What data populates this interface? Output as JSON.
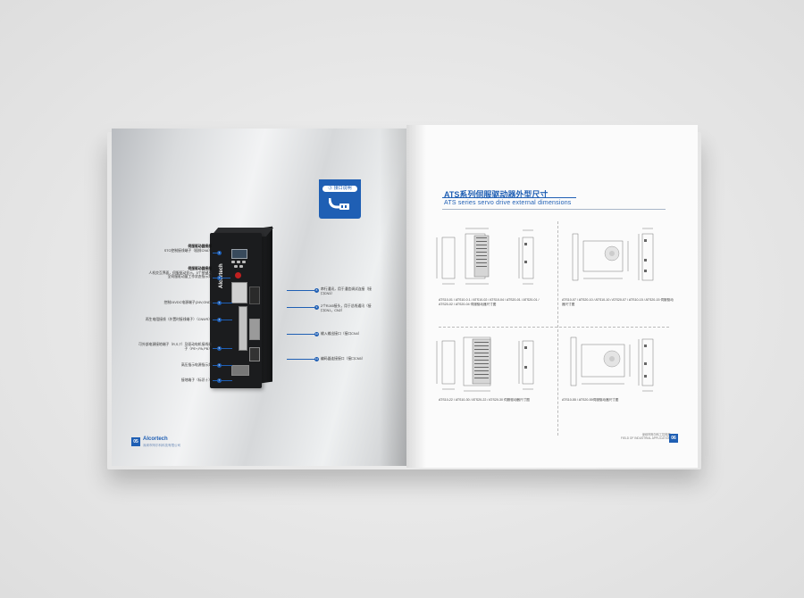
{
  "left_page": {
    "tab_label": "③ 接口说明",
    "device_brand": "Alcortech",
    "annotations_left": [
      {
        "title": "伺服驱动器接部",
        "text": "STO控制接线端子（插排CN6）"
      },
      {
        "title": "伺服驱动器接部",
        "text": "人机交互界面，伺服驱动显示，5个按键及全伺服驱动量工作状态指示灯"
      },
      {
        "title": "",
        "text": "控制24VDC电源端子(24V,GND)"
      },
      {
        "title": "",
        "text": "再生电阻接线（外置时接线端子）（CN9/R）"
      },
      {
        "title": "",
        "text": "可外部电源接地端子（R,S,T）及驱动电机接线端子（PE+,PA,PB）"
      },
      {
        "title": "",
        "text": "高压指示电源指示灯"
      },
      {
        "title": "",
        "text": "接地端子（标识⏚）"
      }
    ],
    "annotations_right": [
      {
        "text": "串行通讯，用于通信调试连接（接口CN3）"
      },
      {
        "text": "2个RJ45接头，用于总线通讯（接口CN1，CN2）"
      },
      {
        "text": "输入输出接口（接口CN4）"
      },
      {
        "text": "编码器连接接口（接口CN5）"
      }
    ],
    "footer_page": "05",
    "footer_brand": "Alcortech",
    "footer_sub": "深圳市阿尔科科技有限公司"
  },
  "right_page": {
    "title": "ATS系列伺服驱动器外型尺寸",
    "subtitle": "ATS series servo drive external dimensions",
    "panels": [
      {
        "caption": "ATS10-01 / ATS10-0.1 / ATS10-02 / ATS10-04 / ATS20-01 / ATS20-01 / ATS20-02 / ATS20-04 伺服驱动器尺寸图"
      },
      {
        "caption": "ATS10-07 / ATS20-10 / ATS10-10 / ATS20-07 / ATS10-15 / ATS20-15 伺服驱动器尺寸图"
      },
      {
        "caption": "ATS10-22 / ATS10-30 / ATS20-22 / ATS20-30 伺服驱动器尺寸图"
      },
      {
        "caption": "ATS10-55 / ATS20-55伺服驱动器尺寸图"
      }
    ],
    "footer_line1": "深圳市阿尔科工控电器",
    "footer_line2": "FIELD OF INDUSTRIAL APPLICATION",
    "footer_page": "06"
  }
}
